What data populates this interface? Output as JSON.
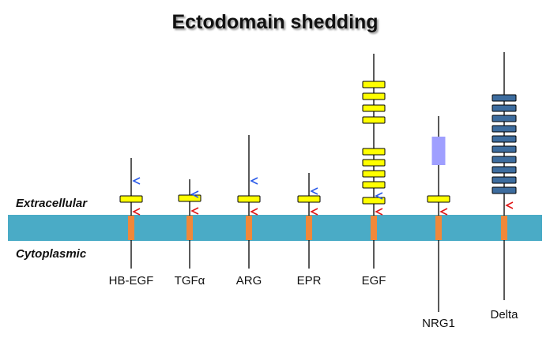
{
  "title": "Ectodomain shedding",
  "labels": {
    "extracellular": "Extracellular",
    "cytoplasmic": "Cytoplasmic"
  },
  "colors": {
    "membrane": "#4aabc6",
    "transmembrane": "#f0883a",
    "egf_domain": "#ffff00",
    "cleavage_red": "#e01818",
    "cleavage_blue": "#2a5ae8",
    "nrg1_domain": "#9f9fff",
    "delta_domain": "#3d6c9e"
  },
  "proteins": [
    {
      "name": "HB-EGF",
      "cleavage": [
        "red",
        "blue"
      ]
    },
    {
      "name": "TGFα",
      "cleavage": [
        "red",
        "blue"
      ]
    },
    {
      "name": "ARG",
      "cleavage": [
        "red",
        "blue"
      ]
    },
    {
      "name": "EPR",
      "cleavage": [
        "red",
        "blue"
      ]
    },
    {
      "name": "EGF",
      "cleavage": [
        "red",
        "blue"
      ]
    },
    {
      "name": "NRG1",
      "cleavage": [
        "red"
      ]
    },
    {
      "name": "Delta",
      "cleavage": [
        "red"
      ]
    }
  ]
}
